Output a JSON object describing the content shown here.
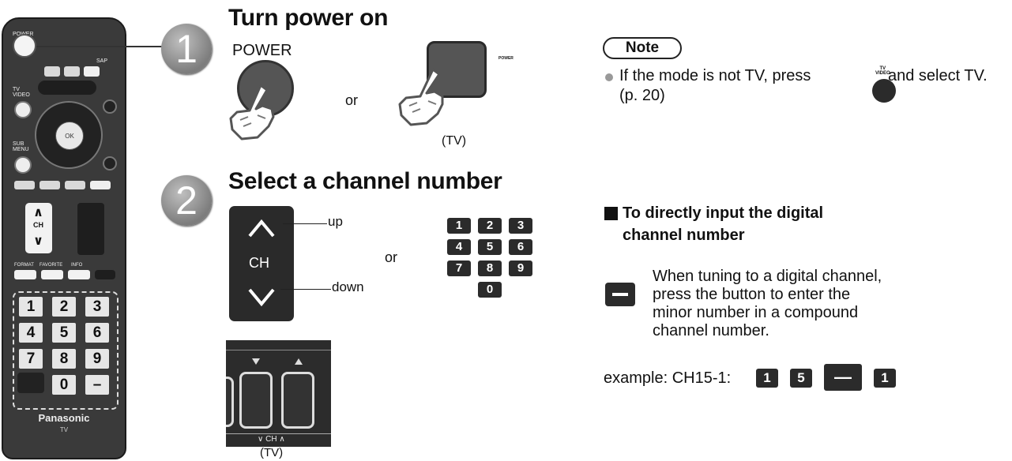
{
  "remote": {
    "power_label": "POWER",
    "sap_label": "SAP",
    "tv_video_label": "TV\nVIDEO",
    "ok_label": "OK",
    "sub_menu_label": "SUB\nMENU",
    "ch_label": "CH",
    "format_label": "FORMAT",
    "favorite_label": "FAVORITE",
    "info_label": "INFO",
    "keys": [
      "1",
      "2",
      "3",
      "4",
      "5",
      "6",
      "7",
      "8",
      "9",
      "0",
      "–"
    ],
    "brand": "Panasonic",
    "model": "TV"
  },
  "step1": {
    "number": "1",
    "title": "Turn power on",
    "power_caption": "POWER",
    "or_label": "or",
    "tv_button_label": "POWER",
    "tv_caption": "(TV)"
  },
  "step2": {
    "number": "2",
    "title": "Select a channel number",
    "ch_label": "CH",
    "up_label": "up",
    "down_label": "down",
    "or_label": "or",
    "numpad": [
      "1",
      "2",
      "3",
      "4",
      "5",
      "6",
      "7",
      "8",
      "9",
      "0"
    ],
    "tv_ch_label": "∨ CH ∧",
    "tv_caption": "(TV)"
  },
  "note": {
    "pill": "Note",
    "line1_before": "If the mode is not TV, press",
    "line1_after": "and select TV.",
    "tv_video_label": "TV\nVIDEO",
    "line2": "(p. 20)"
  },
  "digital": {
    "heading_line1": "To directly input the digital",
    "heading_line2": "channel number",
    "desc": [
      "When tuning to a digital channel,",
      "press the button to enter the",
      "minor number in a compound",
      "channel number."
    ],
    "example_label": "example:  CH15-1:",
    "example_keys": [
      "1",
      "5",
      "—",
      "1"
    ]
  },
  "colors": {
    "accent_gray": "#8a8a8a",
    "button_dark": "#2b2b2b"
  }
}
